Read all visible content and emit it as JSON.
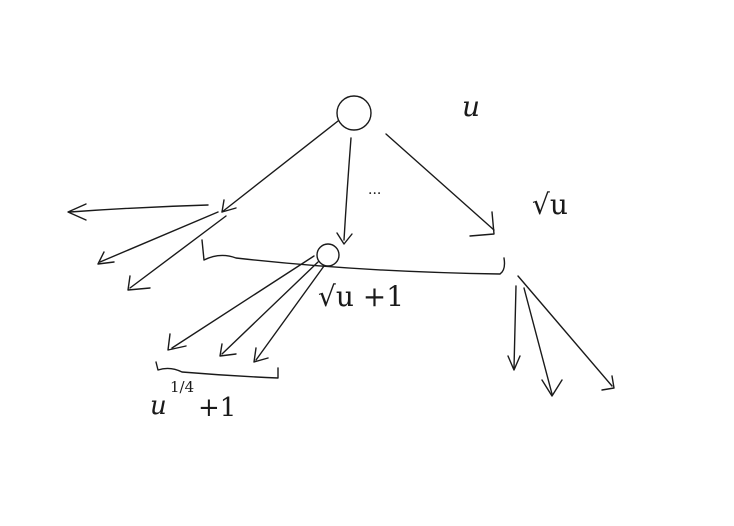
{
  "diagram": {
    "root_label": "u",
    "level1_label": "√u",
    "child_label": "√u +1",
    "level2_label": "u^1/4 +1",
    "level2_base": "u",
    "level2_exponent": "1/4",
    "level2_suffix": "+1",
    "ellipsis": "···"
  }
}
